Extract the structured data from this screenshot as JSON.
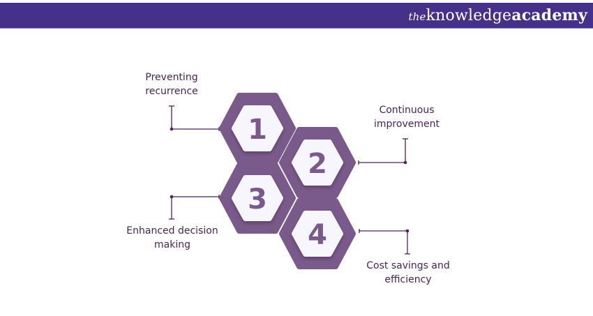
{
  "header": {
    "brand_prefix": "the",
    "brand_middle": "knowledge",
    "brand_suffix": "academy",
    "background": "#45318a"
  },
  "diagram": {
    "colors": {
      "outer_hex": "#7a5a8a",
      "inner_hex": "#f6f6fc",
      "number": "#7a5a8a",
      "connector": "#4a2457",
      "label": "#4a2457"
    },
    "items": [
      {
        "number": "1",
        "label_line1": "Preventing",
        "label_line2": "recurrence"
      },
      {
        "number": "2",
        "label_line1": "Continuous",
        "label_line2": "improvement"
      },
      {
        "number": "3",
        "label_line1": "Enhanced decision",
        "label_line2": "making"
      },
      {
        "number": "4",
        "label_line1": "Cost savings and",
        "label_line2": "efficiency"
      }
    ]
  }
}
